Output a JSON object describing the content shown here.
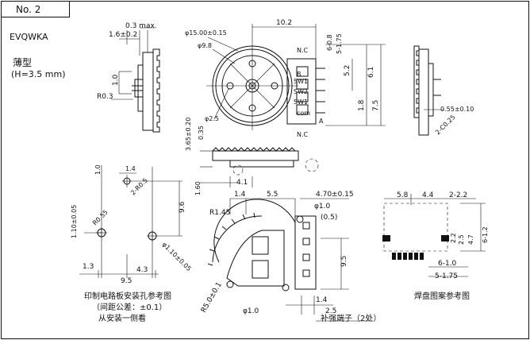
{
  "header": {
    "number_label": "No. 2",
    "model": "EVQWKA",
    "subtitle_cn": "薄型",
    "subtitle_h": "(H=3.5 mm)"
  },
  "side_view_left": {
    "dims": [
      "0.3 max.",
      "1.6±0.2",
      "1.0",
      "R0.3"
    ]
  },
  "front_view": {
    "dims": [
      "10.2",
      "φ15.00±0.15",
      "φ9.8",
      "φ2.5",
      "6-0.8",
      "5-1.75",
      "5.2",
      "6.1",
      "1.8",
      "7.5"
    ],
    "pin_labels": [
      "N.C",
      "B",
      "SW1",
      "SW2",
      "SW1",
      "com",
      "A",
      "N.C"
    ]
  },
  "right_view": {
    "dims": [
      "0.55±0.10",
      "2-C0.25"
    ]
  },
  "bottom_view": {
    "dims": [
      "3.65±0.20",
      "0.35",
      "4.1",
      "1.60"
    ]
  },
  "pcb_hole_view": {
    "dims": [
      "1.0",
      "1.4",
      "2-R0.5",
      "1.10±0.05",
      "R0.55",
      "9.6",
      "φ1.10±0.05",
      "1.3",
      "4.3",
      "9.5"
    ],
    "caption": [
      "印制电路板安装孔参考图",
      "（间距公差：±0.1）",
      "从安装一侧看"
    ]
  },
  "rear_view": {
    "dims": [
      "1.4",
      "5.5",
      "4.70±0.15",
      "φ1.0",
      "(0.5)",
      "R1.45",
      "9.5",
      "R5.0±0.1",
      "φ1.0",
      "1.4",
      "2.5"
    ],
    "note": "补强端子（2处）"
  },
  "land_view": {
    "dims": [
      "5.8",
      "4.4",
      "2-2.2",
      "2.2",
      "2.5",
      "4.7",
      "6-1.2",
      "6-1.0",
      "5-1.75"
    ],
    "caption": "焊盘图案参考图"
  }
}
